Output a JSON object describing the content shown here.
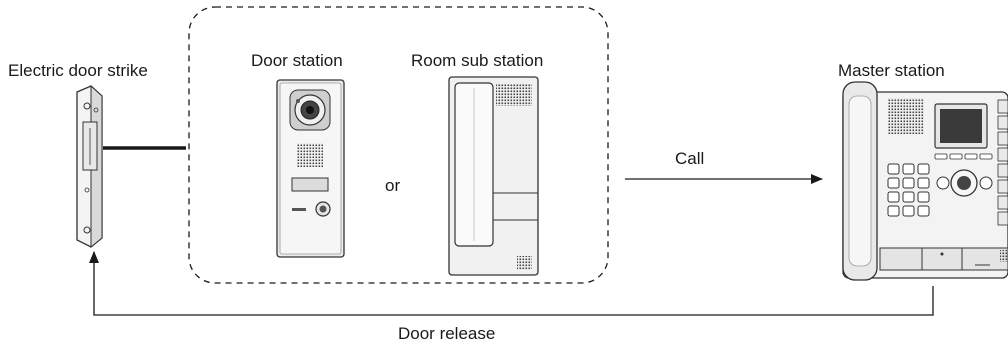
{
  "labels": {
    "electric_door_strike": "Electric door strike",
    "door_station": "Door station",
    "room_sub_station": "Room sub station",
    "master_station": "Master station",
    "or": "or",
    "call": "Call",
    "door_release": "Door release"
  },
  "colors": {
    "line": "#1a1a1a",
    "device_stroke": "#333333",
    "device_fill": "#f2f2f2",
    "panel_fill": "#e4e4e4",
    "dark": "#222222"
  }
}
